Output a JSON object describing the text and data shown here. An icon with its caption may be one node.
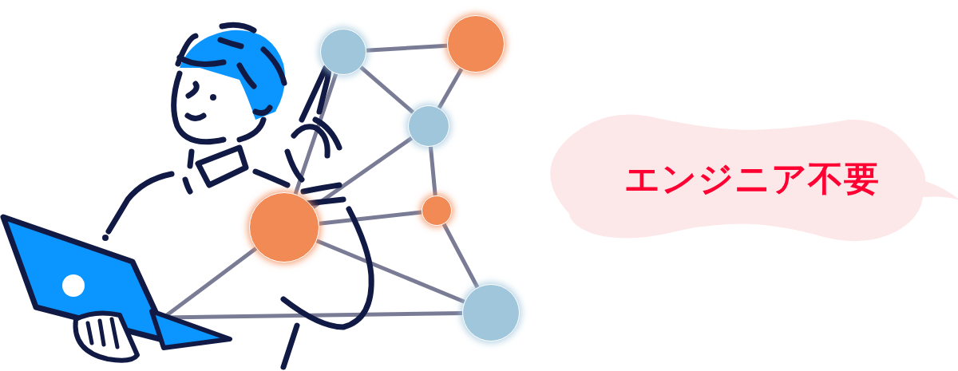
{
  "diagram": {
    "nodes": [
      {
        "text": [],
        "shape": "circle"
      },
      {
        "text": [],
        "shape": "circle"
      },
      {
        "text": [],
        "shape": "circle"
      },
      {
        "text": [],
        "shape": "circle"
      },
      {
        "text": [],
        "shape": "circle"
      },
      {
        "text": [],
        "shape": "picture"
      },
      {
        "text": [],
        "shape": "circle"
      },
      {
        "text": [
          "エンジニア不要"
        ]
      }
    ],
    "edges": [
      {
        "from": 0,
        "to": 1,
        "arrow": "none"
      },
      {
        "from": 0,
        "to": 2,
        "arrow": "none"
      },
      {
        "from": 1,
        "to": 2,
        "arrow": "none"
      },
      {
        "from": 0,
        "to": 3,
        "arrow": "none"
      },
      {
        "from": 2,
        "to": 3,
        "arrow": "none"
      },
      {
        "from": 2,
        "to": 4,
        "arrow": "none"
      },
      {
        "from": 3,
        "to": 4,
        "arrow": "none"
      },
      {
        "from": 4,
        "to": 6,
        "arrow": "none"
      },
      {
        "from": 3,
        "to": 6,
        "arrow": "none"
      },
      {
        "from": 3,
        "to": 5,
        "arrow": "none"
      },
      {
        "from": 5,
        "to": 6,
        "arrow": "none"
      }
    ]
  }
}
